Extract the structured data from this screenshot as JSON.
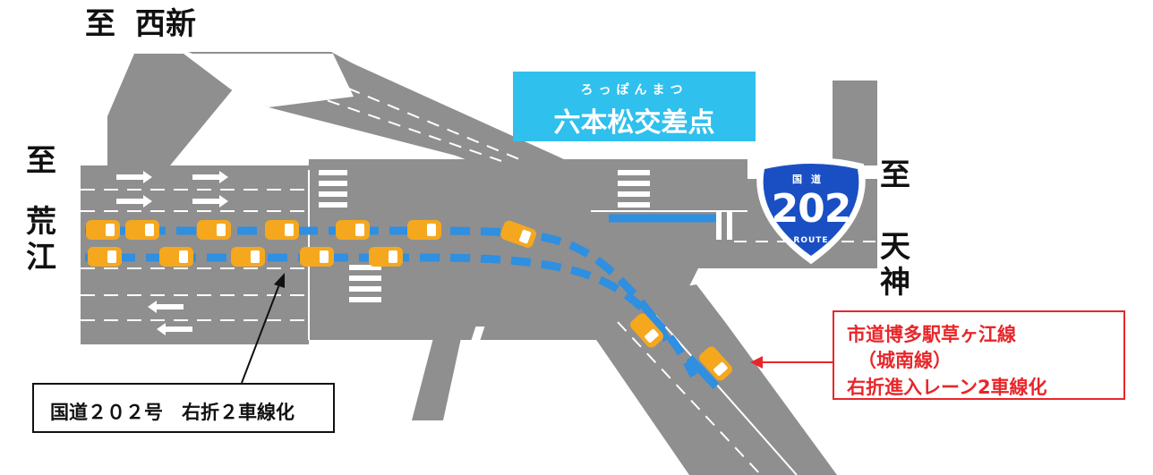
{
  "directions": {
    "top": {
      "to": "至",
      "place": "西新"
    },
    "left": {
      "to": "至",
      "place": [
        "荒",
        "江"
      ]
    },
    "right": {
      "to": "至",
      "place": [
        "天",
        "神"
      ]
    }
  },
  "intersection": {
    "ruby": "ろっぽんまつ",
    "name": "六本松交差点"
  },
  "route_sign": {
    "national_road": "国道",
    "number": "202",
    "route_label": "ROUTE",
    "color": "#1a4fc4"
  },
  "callouts": {
    "left": "国道２０２号　右折２車線化",
    "right": [
      "市道博多駅草ヶ江線",
      "（城南線）",
      "右折進入レーン2車線化"
    ]
  },
  "colors": {
    "road": "#8f8f8f",
    "lane_marking": "#ffffff",
    "path_highlight": "#2f8fe0",
    "car": "#f5a81e",
    "accent_red": "#e8262a",
    "name_box": "#2fc0ee"
  }
}
